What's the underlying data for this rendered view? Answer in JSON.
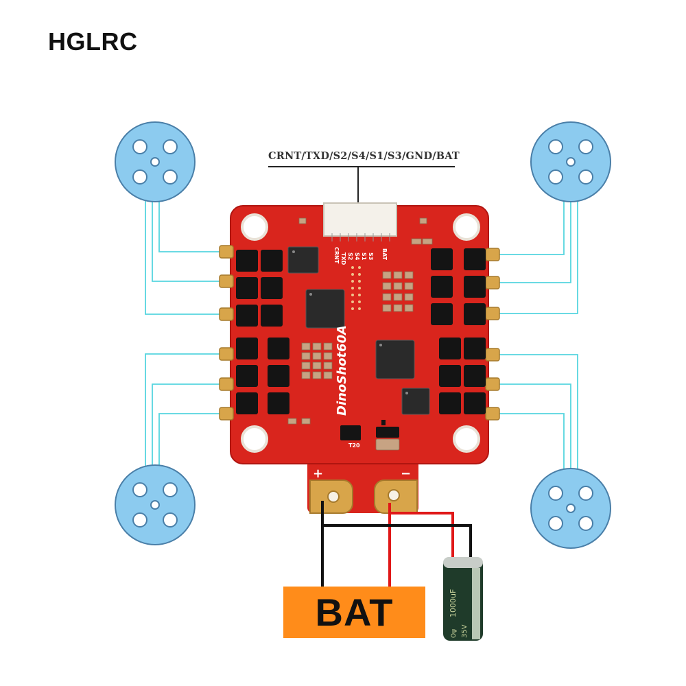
{
  "brand": "HGLRC",
  "connector_label": "CRNT/TXD/S2/S4/S1/S3/GND/BAT",
  "board": {
    "model": "DinoShot60A",
    "silk_pins": [
      "CRNT",
      "TXD",
      "S2",
      "S4",
      "S1",
      "S3",
      "BAT"
    ],
    "plus": "+",
    "minus": "−",
    "ref": "T20",
    "color": "#d9251d"
  },
  "battery": {
    "label": "BAT",
    "color": "#ff8c1a"
  },
  "capacitor": {
    "text1": "1000uF",
    "text2": "35V",
    "text3": "Oψ",
    "color": "#1f3b2a"
  },
  "colors": {
    "motor": "#8ccbef",
    "motor_wire": "#56d5df",
    "wire_positive": "#e01818",
    "wire_negative": "#111111"
  }
}
